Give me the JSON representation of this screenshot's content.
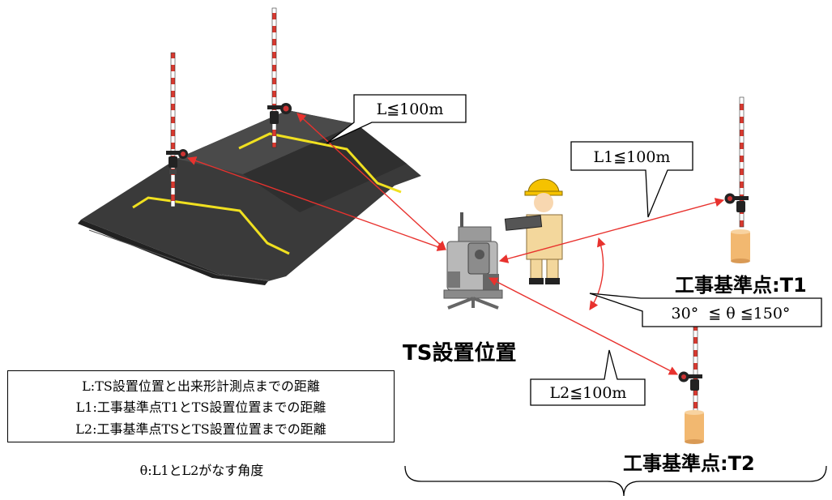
{
  "callouts": {
    "l": "L≦100m",
    "l1": "L1≦100m",
    "l2": "L2≦100m",
    "angle": "30°  ≦ θ ≦150°"
  },
  "labels": {
    "ts_position": "TS設置位置",
    "benchmark_t1": "工事基準点:T1",
    "benchmark_t2": "工事基準点:T2"
  },
  "legend": {
    "line_l": "L:TS設置位置と出来形計測点までの距離",
    "line_l1": "L1:工事基準点T1とTS設置位置までの距離",
    "line_l2": "L2:工事基準点TSとTS設置位置までの距離"
  },
  "theta_note": "θ:L1とL2がなす角度",
  "colors": {
    "measure_line": "#e8322e",
    "embankment": "#3c3c3c",
    "edge_line": "#f0e020",
    "pole_red": "#d8392f",
    "helmet": "#f5c200",
    "uniform": "#f3d79c",
    "benchmark_post": "#f2b870"
  },
  "icons": [
    "survey-pole-prism-icon",
    "total-station-icon",
    "surveyor-icon",
    "benchmark-post-icon"
  ]
}
